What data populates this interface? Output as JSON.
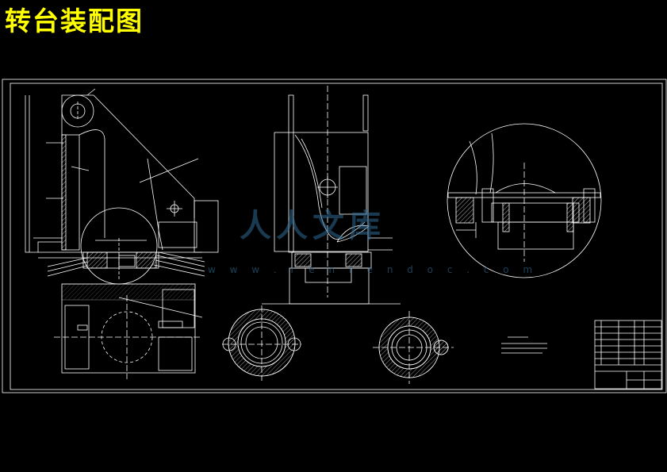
{
  "page_title": "转台装配图",
  "watermark": {
    "text": "人人文库",
    "url": "w w w . r e n r e n d o c . c o m"
  },
  "colors": {
    "background": "#000000",
    "title": "#ffff00",
    "lines": "#ffffff",
    "watermark": "#2f6a92"
  }
}
